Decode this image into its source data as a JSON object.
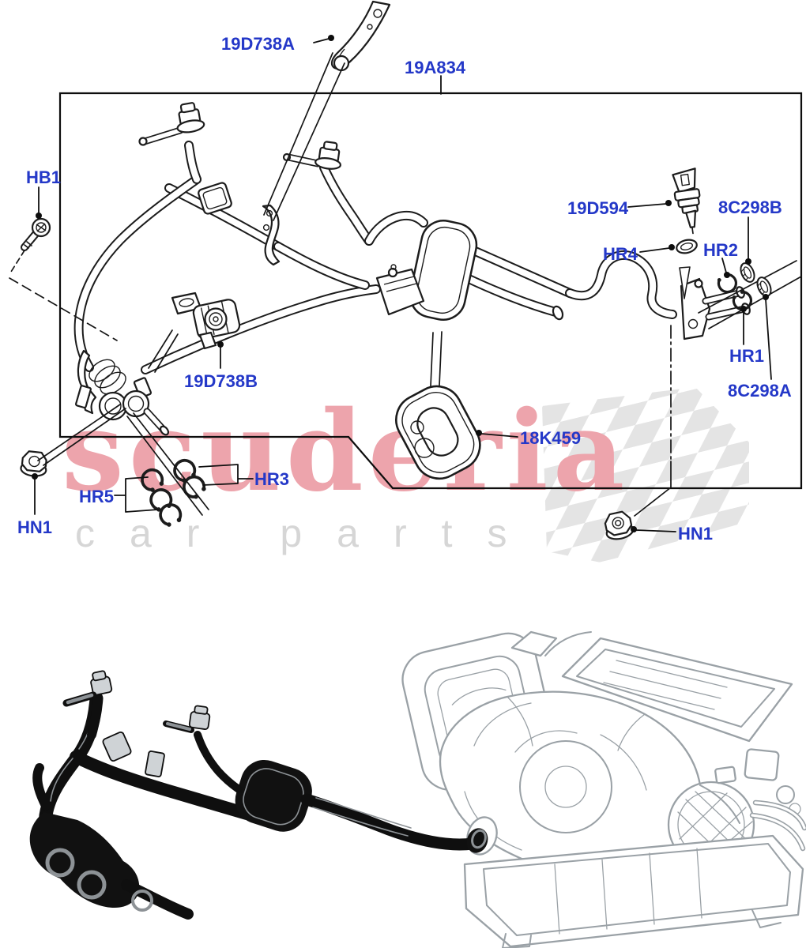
{
  "watermark": {
    "brand": "scuderia",
    "tagline": "car parts"
  },
  "colors": {
    "label_blue": "#2438c8",
    "line_black": "#1c1c1c",
    "hvac_gray": "#9aa1a6",
    "watermark_pink": "#eda4ac",
    "tagline_gray": "#d6d6d6",
    "checker_gray": "#e4e4e4"
  },
  "part_labels": [
    {
      "code": "19D738A"
    },
    {
      "code": "19A834"
    },
    {
      "code": "HB1"
    },
    {
      "code": "19D594"
    },
    {
      "code": "8C298B"
    },
    {
      "code": "HR4"
    },
    {
      "code": "HR2"
    },
    {
      "code": "HR1"
    },
    {
      "code": "8C298A"
    },
    {
      "code": "19D738B"
    },
    {
      "code": "HN1"
    },
    {
      "code": "HR5"
    },
    {
      "code": "HR3"
    },
    {
      "code": "18K459"
    },
    {
      "code": "HN1"
    }
  ]
}
